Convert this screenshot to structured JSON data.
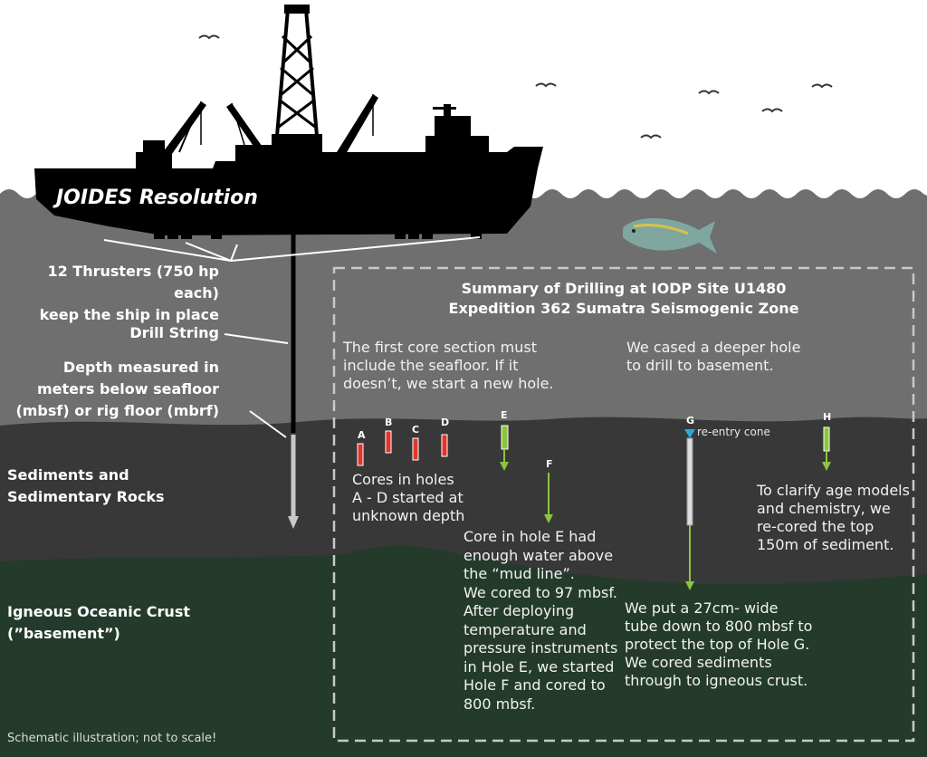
{
  "ship": {
    "name": "JOIDES Resolution"
  },
  "left_labels": {
    "thrusters": [
      "12 Thrusters (750 hp each)",
      "keep the ship in place"
    ],
    "drill_string": "Drill String",
    "depth": [
      "Depth measured in",
      "meters below seafloor",
      "(mbsf) or rig floor (mbrf)"
    ],
    "sediments": [
      "Sediments and",
      "Sedimentary Rocks"
    ],
    "crust": [
      "Igneous Oceanic Crust",
      "(”basement”)"
    ]
  },
  "summary": {
    "title_line1": "Summary of Drilling at IODP Site U1480",
    "title_line2": "Expedition 362 Sumatra Seismogenic Zone",
    "note_left": [
      "The first core section must",
      "include the seafloor. If it",
      "doesn’t, we start a new hole."
    ],
    "note_right": [
      "We cased a deeper hole",
      "to drill to basement."
    ]
  },
  "holes": {
    "A": "A",
    "B": "B",
    "C": "C",
    "D": "D",
    "E": "E",
    "F": "F",
    "G": "G",
    "H": "H",
    "reentry": "re-entry cone"
  },
  "captions": {
    "ad": [
      "Cores in holes",
      "A - D started at",
      "unknown depth"
    ],
    "ef": [
      "Core in hole E had",
      "enough water above",
      "the “mud line”.",
      "We cored to 97 mbsf.",
      "After deploying",
      "temperature and",
      "pressure instruments",
      "in Hole E, we started",
      "Hole F and cored to",
      "800 mbsf."
    ],
    "g": [
      "We put a 27cm- wide",
      "tube down to 800 mbsf to",
      "protect the top of Hole G.",
      "We cored sediments",
      "through to igneous crust."
    ],
    "h": [
      "To clarify age models",
      "and chemistry, we",
      "re-cored the top",
      "150m of sediment."
    ]
  },
  "footnote": "Schematic illustration; not to scale!",
  "colors": {
    "sky": "#ffffff",
    "water": "#6f6f6f",
    "sediment": "#383838",
    "crust": "#243b2c",
    "ship": "#000000",
    "red_core": "#e3352b",
    "green_core": "#8bc43f"
  }
}
